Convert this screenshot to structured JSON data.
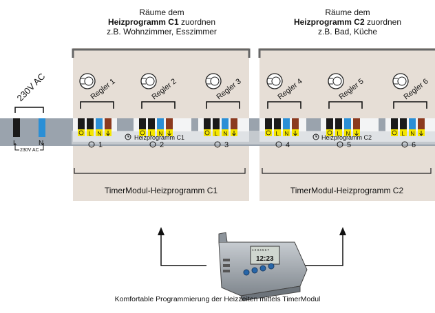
{
  "header_c1": {
    "line1": "Räume dem",
    "line2_bold": "Heizprogramm C1",
    "line2_rest": " zuordnen",
    "line3": "z.B. Wohnzimmer, Esszimmer"
  },
  "header_c2": {
    "line1": "Räume dem",
    "line2_bold": "Heizprogramm C2",
    "line2_rest": " zuordnen",
    "line3": "z.B. Bad, Küche"
  },
  "power": {
    "voltage_label": "230V AC",
    "terminal_l": "L",
    "terminal_n": "N",
    "bracket_label": "230V AC"
  },
  "regulators": [
    "Regler 1",
    "Regler 2",
    "Regler 3",
    "Regler 4",
    "Regler 5",
    "Regler 6"
  ],
  "channel_numbers": [
    "1",
    "2",
    "3",
    "4",
    "5",
    "6"
  ],
  "terminal_labels": [
    "L",
    "N"
  ],
  "heizprogramm_c1": "Heizprogramm C1",
  "heizprogramm_c2": "Heizprogramm C2",
  "timermodul_c1": "TimerModul-Heizprogramm C1",
  "timermodul_c2": "TimerModul-Heizprogramm C2",
  "timer_display": {
    "top": "1 2 3 4 5 6 7",
    "time": "12:23"
  },
  "caption": "Komfortable Programmierung der Heizzeiten mittels TimerModul",
  "colors": {
    "zone_bg": "#e6ded6",
    "bar_gray": "#9aa3ad",
    "terminal_white": "#f3f4f5",
    "black": "#1a1a1a",
    "yellow": "#f5e600",
    "blue": "#2a8fd6",
    "brown": "#8b3a1f"
  }
}
